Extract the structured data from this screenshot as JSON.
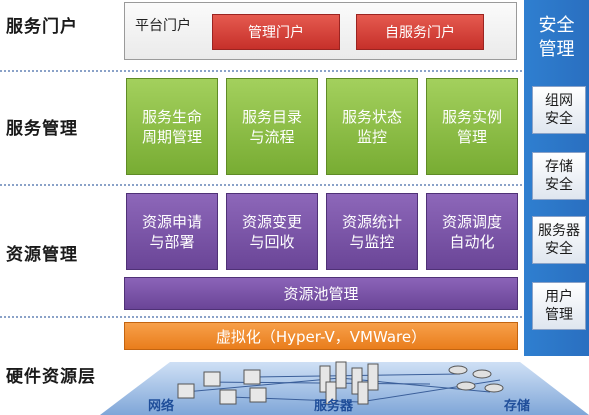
{
  "layers": {
    "portal": "服务门户",
    "service": "服务管理",
    "resource": "资源管理",
    "hardware": "硬件资源层"
  },
  "portal": {
    "platform_label": "平台门户",
    "buttons": [
      "管理门户",
      "自服务门户"
    ]
  },
  "service_boxes": [
    {
      "line1": "服务生命",
      "line2": "周期管理"
    },
    {
      "line1": "服务目录",
      "line2": "与流程"
    },
    {
      "line1": "服务状态",
      "line2": "监控"
    },
    {
      "line1": "服务实例",
      "line2": "管理"
    }
  ],
  "resource_boxes": [
    {
      "line1": "资源申请",
      "line2": "与部署"
    },
    {
      "line1": "资源变更",
      "line2": "与回收"
    },
    {
      "line1": "资源统计",
      "line2": "与监控"
    },
    {
      "line1": "资源调度",
      "line2": "自动化"
    }
  ],
  "resource_pool": "资源池管理",
  "virtualization": "虚拟化（Hyper-V，VMWare）",
  "security": {
    "title_line1": "安全",
    "title_line2": "管理",
    "items": [
      {
        "line1": "组网",
        "line2": "安全"
      },
      {
        "line1": "存储",
        "line2": "安全"
      },
      {
        "line1": "服务器",
        "line2": "安全"
      },
      {
        "line1": "用户",
        "line2": "管理"
      }
    ]
  },
  "hardware": {
    "network": "网络",
    "server": "服务器",
    "storage": "存储"
  },
  "colors": {
    "portal_button": "#d63b33",
    "service_box": "#8cc043",
    "resource_box": "#7a55a8",
    "virtualization_bar": "#f08c2e",
    "security_column": "#2f7fd0",
    "divider": "#8aa2c8"
  }
}
